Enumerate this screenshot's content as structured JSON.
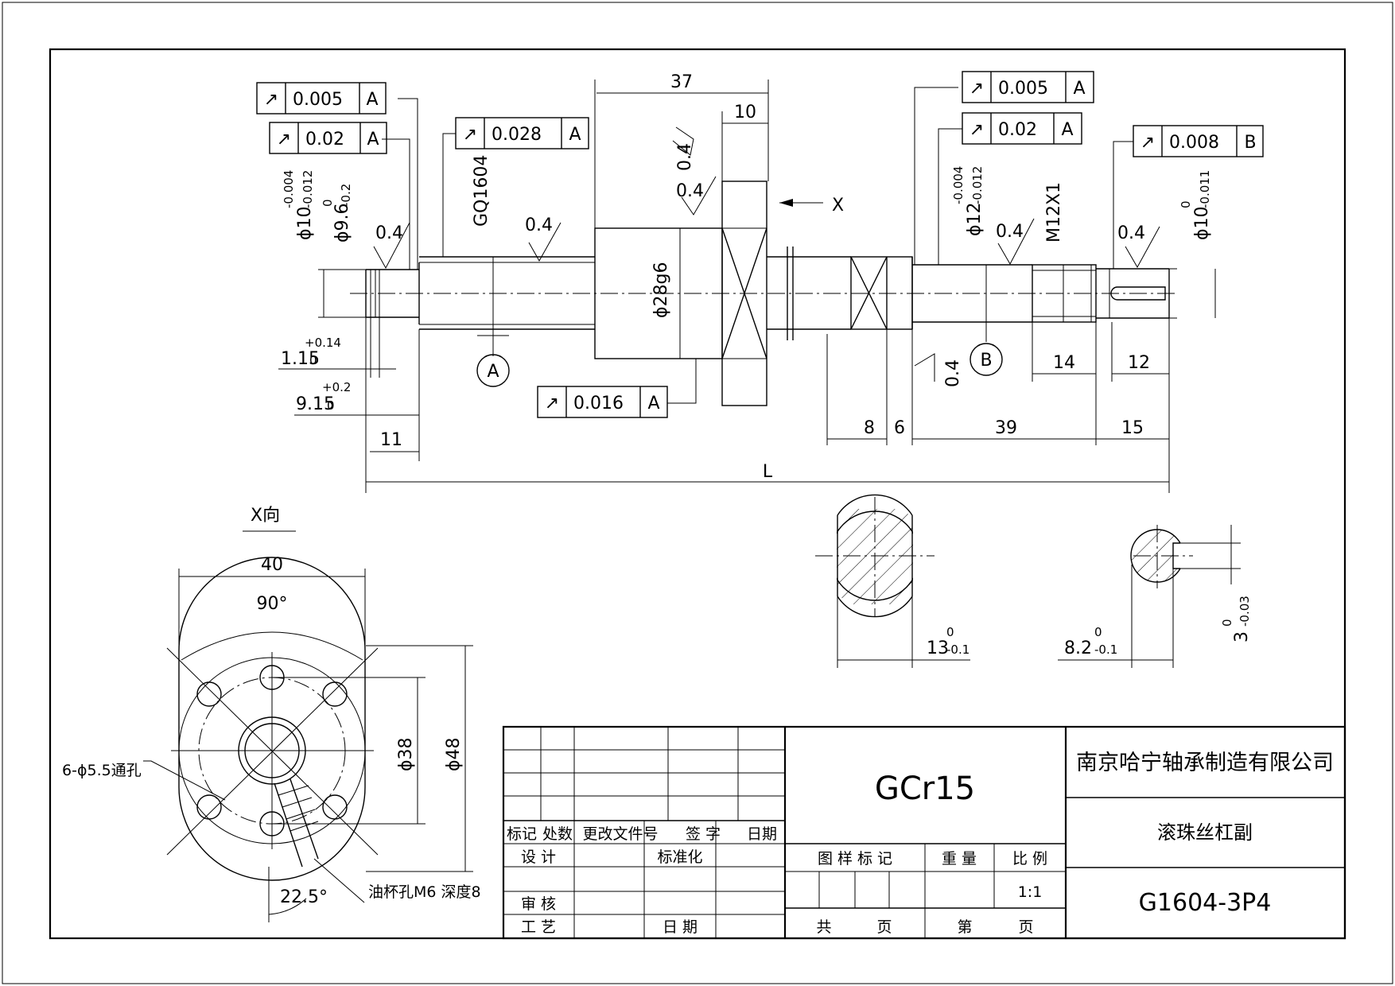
{
  "fcf": [
    {
      "sym": "↗",
      "tol": "0.005",
      "ref": "A"
    },
    {
      "sym": "↗",
      "tol": "0.02",
      "ref": "A"
    },
    {
      "sym": "↗",
      "tol": "0.028",
      "ref": "A"
    },
    {
      "sym": "↗",
      "tol": "0.016",
      "ref": "A"
    },
    {
      "sym": "↗",
      "tol": "0.005",
      "ref": "A"
    },
    {
      "sym": "↗",
      "tol": "0.02",
      "ref": "A"
    },
    {
      "sym": "↗",
      "tol": "0.008",
      "ref": "B"
    }
  ],
  "dims": {
    "d37": "37",
    "d10": "10",
    "x_arrow": "X",
    "rough": "0.4",
    "gq": "GQ1604",
    "phi10_left": "ϕ10",
    "phi10_left_tol_up": "-0.004",
    "phi10_left_tol_lo": "-0.012",
    "phi96": "ϕ9.6",
    "phi96_tol_up": "0",
    "phi96_tol_lo": "-0.2",
    "phi28": "ϕ28g6",
    "phi12": "ϕ12",
    "phi12_tol_up": "-0.004",
    "phi12_tol_lo": "-0.012",
    "m12": "M12X1",
    "phi10_right": "ϕ10",
    "phi10_right_tol_up": "0",
    "phi10_right_tol_lo": "-0.011",
    "d115": "1.15",
    "d115_up": "+0.14",
    "d115_lo": "0",
    "d915": "9.15",
    "d915_up": "+0.2",
    "d915_lo": "0",
    "d11": "11",
    "d8": "8",
    "d6": "6",
    "d39": "39",
    "d15": "15",
    "d14": "14",
    "d12": "12",
    "L": "L",
    "datum_a": "A",
    "datum_b": "B",
    "x_view": "X向",
    "d40": "40",
    "a90": "90°",
    "phi38": "ϕ38",
    "phi48": "ϕ48",
    "holes": "6-ϕ5.5通孔",
    "oil": "油杯孔M6 深度8",
    "a225": "22.5°",
    "s13": "13",
    "s13_up": "0",
    "s13_lo": "-0.1",
    "s82": "8.2",
    "s82_up": "0",
    "s82_lo": "-0.1",
    "s3": "3",
    "s3_up": "0",
    "s3_lo": "-0.03"
  },
  "title_block": {
    "rev_headers": [
      "标记",
      "处数",
      "更改文件号",
      "签 字",
      "日期"
    ],
    "design": "设 计",
    "standard": "标准化",
    "review": "审 核",
    "process": "工 艺",
    "date": "日 期",
    "material": "GCr15",
    "drawing_mark": "图 样 标 记",
    "weight": "重 量",
    "scale_label": "比 例",
    "scale": "1:1",
    "total": "共",
    "page1": "页",
    "nth": "第",
    "page2": "页",
    "company": "南京哈宁轴承制造有限公司",
    "part_name": "滚珠丝杠副",
    "drawing_no": "G1604-3P4"
  }
}
